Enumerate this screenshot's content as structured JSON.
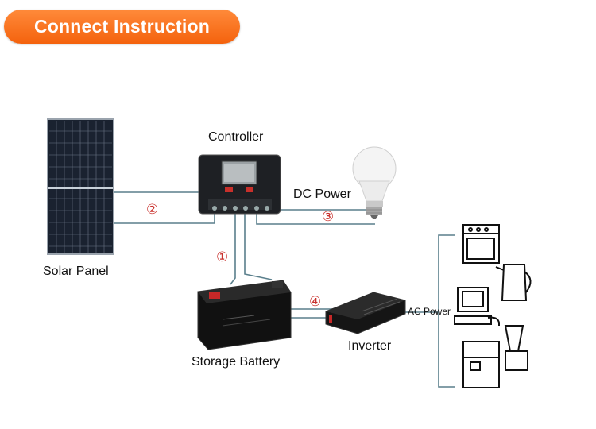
{
  "header": {
    "title": "Connect Instruction"
  },
  "labels": {
    "controller": "Controller",
    "dc_power": "DC Power",
    "solar_panel": "Solar Panel",
    "storage_battery": "Storage Battery",
    "inverter": "Inverter",
    "ac_power": "AC Power"
  },
  "steps": {
    "one": "①",
    "two": "②",
    "three": "③",
    "four": "④"
  },
  "colors": {
    "accent": "#f4620d",
    "wire": "#5a7f8c",
    "step": "#c9302c"
  },
  "icons": [
    "solar-panel-icon",
    "controller-icon",
    "light-bulb-icon",
    "battery-icon",
    "inverter-icon",
    "stove-icon",
    "kettle-icon",
    "computer-icon",
    "blender-icon",
    "fridge-icon"
  ]
}
